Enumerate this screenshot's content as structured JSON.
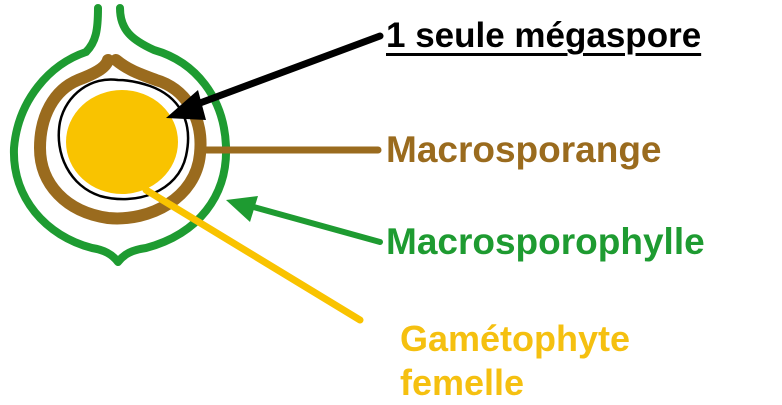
{
  "labels": {
    "megaspore": {
      "text": "1 seule mégaspore",
      "color": "#000000"
    },
    "macrosporange": {
      "text": "Macrosporange",
      "color": "#9A6B1E"
    },
    "macrosporophylle": {
      "text": "Macrosporophylle",
      "color": "#1E9B31"
    },
    "gametophyte": {
      "line1": "Gamétophyte",
      "line2": "femelle",
      "color": "#F5C010"
    }
  },
  "colors": {
    "integument": "#1E9B31",
    "sporangium": "#9A6B1E",
    "gametophyte": "#F9C300",
    "megaspore_wall": "#000000",
    "background": "#ffffff"
  }
}
